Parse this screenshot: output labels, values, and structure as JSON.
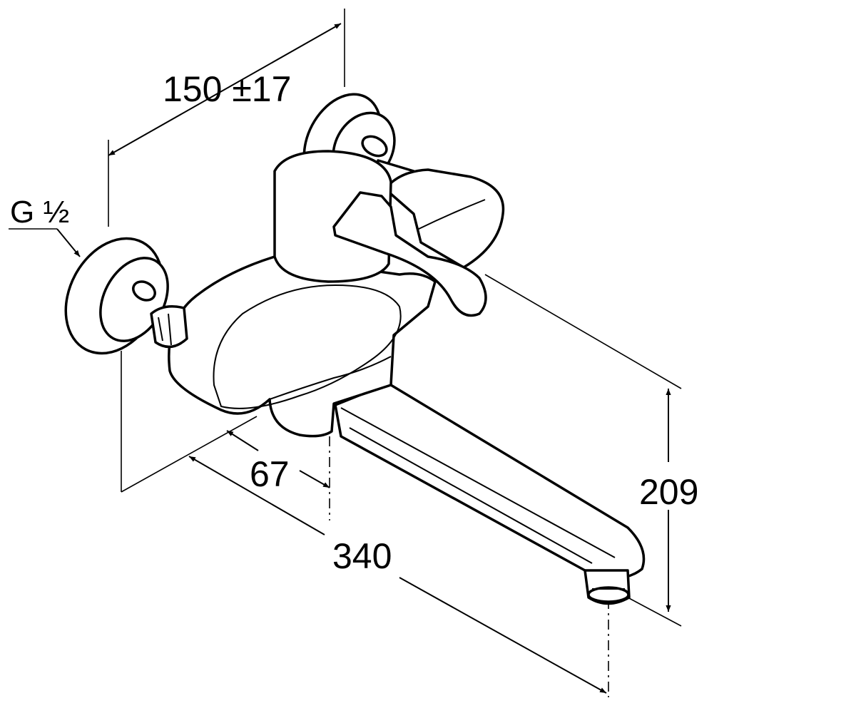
{
  "dimensions": {
    "wall_distance": "150 ±17",
    "thread": "G ½",
    "offset": "67",
    "spout_reach": "340",
    "height": "209"
  },
  "colors": {
    "line": "#000000",
    "background": "#ffffff"
  }
}
